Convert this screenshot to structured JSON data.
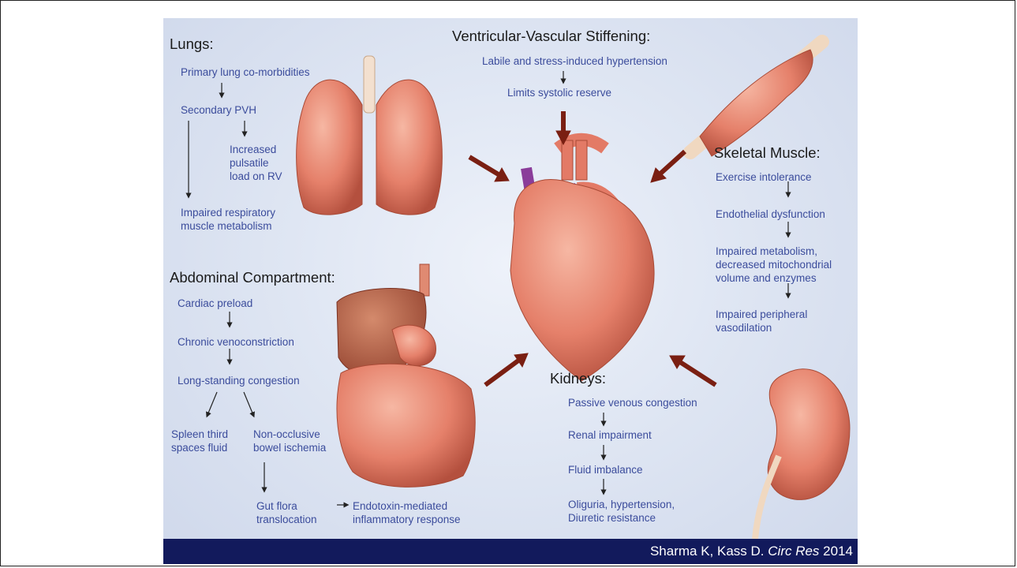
{
  "lungs": {
    "heading": "Lungs:",
    "items": [
      "Primary lung co-morbidities",
      "Secondary PVH",
      "Increased",
      "pulsatile",
      "load on RV",
      "Impaired respiratory",
      "muscle metabolism"
    ]
  },
  "ventricular": {
    "heading": "Ventricular-Vascular Stiffening:",
    "items": [
      "Labile and stress-induced hypertension",
      "Limits systolic reserve"
    ]
  },
  "skeletal": {
    "heading": "Skeletal Muscle:",
    "items": [
      "Exercise intolerance",
      "Endothelial dysfunction",
      "Impaired metabolism,",
      "decreased mitochondrial",
      "volume and enzymes",
      "Impaired peripheral",
      "vasodilation"
    ]
  },
  "abdominal": {
    "heading": "Abdominal Compartment:",
    "items": [
      "Cardiac preload",
      "Chronic venoconstriction",
      "Long-standing congestion",
      "Spleen third",
      "spaces fluid",
      "Non-occlusive",
      "bowel ischemia",
      "Gut flora",
      "translocation",
      "Endotoxin-mediated",
      "inflammatory response"
    ]
  },
  "kidneys": {
    "heading": "Kidneys:",
    "items": [
      "Passive venous congestion",
      "Renal impairment",
      "Fluid imbalance",
      "Oliguria, hypertension,",
      "Diuretic resistance"
    ]
  },
  "citation": {
    "authors": "Sharma K, Kass D.",
    "journal": "Circ Res",
    "year": "2014"
  },
  "colors": {
    "text": "#3b4c9c",
    "heading": "#1a1a1a",
    "arrow": "#7a1f12",
    "footer": "#121a5c",
    "organ": "#e8806a"
  }
}
